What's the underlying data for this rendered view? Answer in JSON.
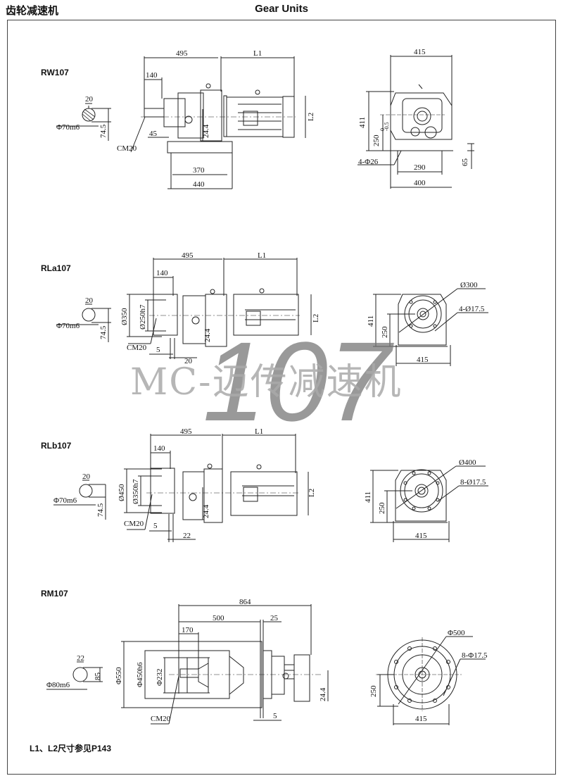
{
  "header": {
    "left_title": "齿轮减速机",
    "center_title": "Gear Units"
  },
  "sections": [
    {
      "model": "RW107",
      "shaft": {
        "key_width": "20",
        "diameter": "Φ70m6",
        "height": "74.5"
      },
      "side_view": {
        "d1": "495",
        "d2": "L1",
        "d3": "140",
        "d4": "45",
        "d5": "24.4",
        "d6": "370",
        "d7": "440",
        "d8": "L2",
        "thread": "CM20"
      },
      "end_view": {
        "width_top": "415",
        "height": "411",
        "axis_height": "250",
        "tol_upper": "0",
        "tol_lower": "-0.5",
        "holes": "4-Φ26",
        "foot_inner": "290",
        "foot_outer": "400",
        "foot_height": "65"
      }
    },
    {
      "model": "RLa107",
      "shaft": {
        "key_width": "20",
        "diameter": "Φ70m6",
        "height": "74.5"
      },
      "side_view": {
        "d1": "495",
        "d2": "L1",
        "d3": "140",
        "flange": "Ø350",
        "pilot": "Ø250h7",
        "d4": "5",
        "d5": "20",
        "d6": "24.4",
        "d7": "L2",
        "thread": "CM20"
      },
      "end_view": {
        "pcd": "Ø300",
        "holes": "4-Ø17.5",
        "height": "411",
        "axis_height": "250",
        "width": "415"
      }
    },
    {
      "model": "RLb107",
      "shaft": {
        "key_width": "20",
        "diameter": "Φ70m6",
        "height": "74.5"
      },
      "side_view": {
        "d1": "495",
        "d2": "L1",
        "d3": "140",
        "flange": "Ø450",
        "pilot": "Ø350h7",
        "d4": "5",
        "d5": "22",
        "d6": "24.4",
        "d7": "L2",
        "thread": "CM20"
      },
      "end_view": {
        "pcd": "Ø400",
        "holes": "8-Ø17.5",
        "height": "411",
        "axis_height": "250",
        "width": "415"
      }
    },
    {
      "model": "RM107",
      "shaft": {
        "key_width": "22",
        "diameter": "Φ80m6",
        "height": "85"
      },
      "side_view": {
        "d1": "864",
        "d2": "500",
        "d3": "25",
        "d4": "170",
        "flange": "Φ550",
        "pilot": "Φ450h6",
        "hub": "Φ232",
        "d5": "5",
        "d6": "24.4",
        "thread": "CM20"
      },
      "end_view": {
        "pcd": "Φ500",
        "holes": "8-Φ17.5",
        "axis_height": "250",
        "width": "415"
      }
    }
  ],
  "watermark": {
    "text": "MC-迈传减速机",
    "number": "107"
  },
  "footer_note": "L1、L2尺寸参见P143"
}
